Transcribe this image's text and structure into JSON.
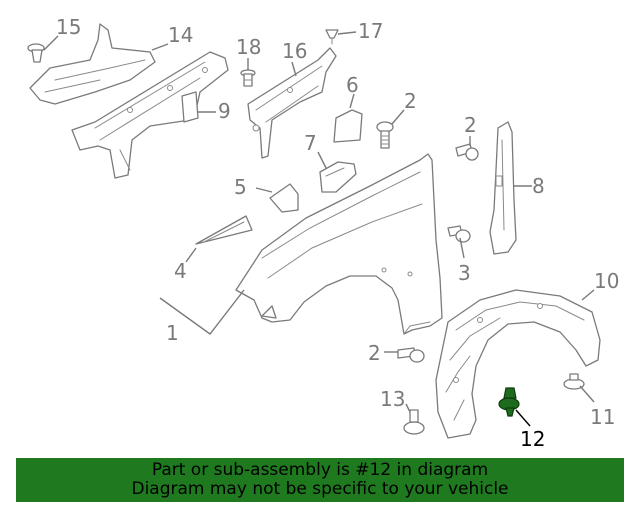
{
  "callouts": {
    "c1": "1",
    "c2a": "2",
    "c2b": "2",
    "c2c": "2",
    "c3": "3",
    "c4": "4",
    "c5": "5",
    "c6": "6",
    "c7": "7",
    "c8": "8",
    "c9": "9",
    "c10": "10",
    "c11": "11",
    "c12": "12",
    "c13": "13",
    "c14": "14",
    "c15": "15",
    "c16": "16",
    "c17": "17",
    "c18": "18"
  },
  "banner": {
    "line1": "Part or sub-assembly is #12 in diagram",
    "line2": "Diagram may not be specific to your vehicle"
  },
  "colors": {
    "banner_bg": "#1f7a1f",
    "highlight_part": "#1e6b1e",
    "line_art": "#7a7a7a"
  }
}
